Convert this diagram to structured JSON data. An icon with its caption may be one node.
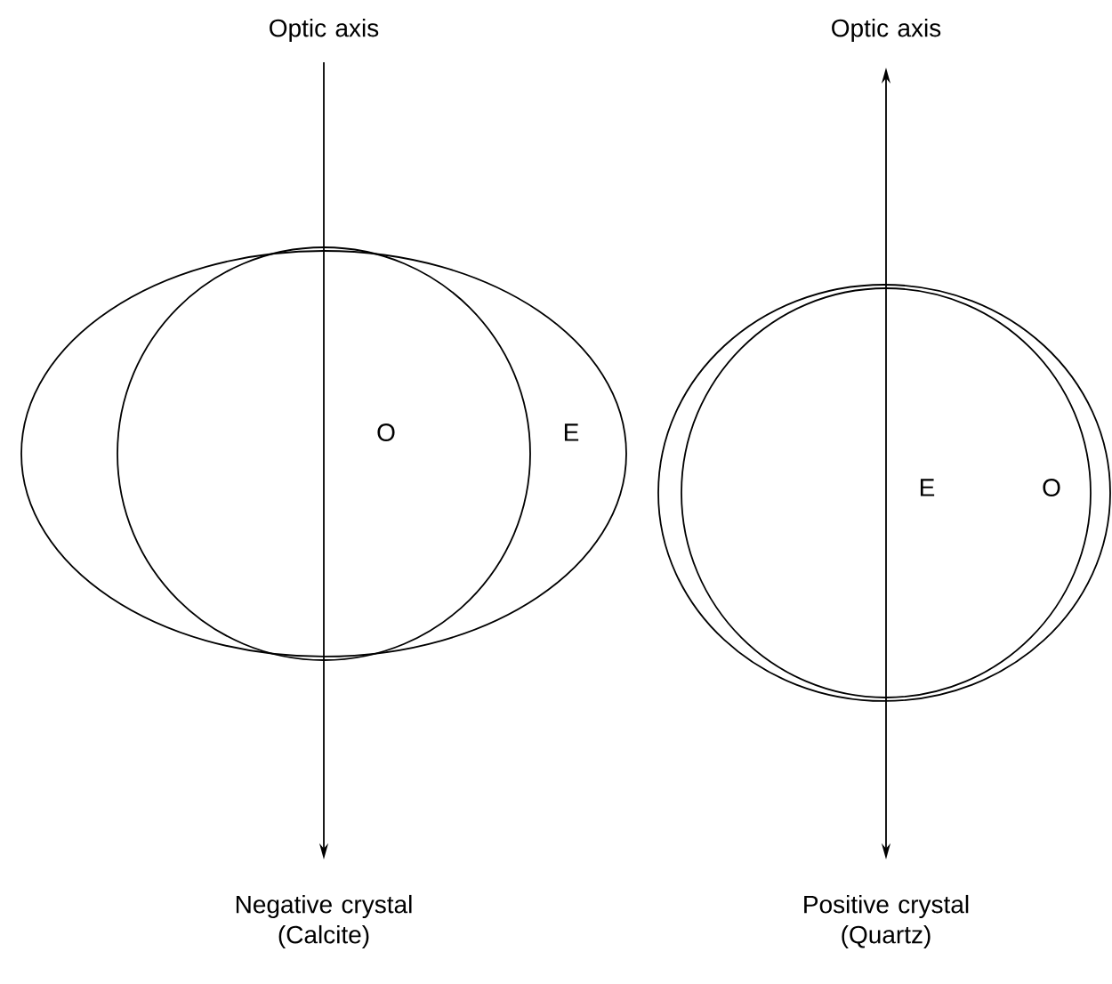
{
  "diagram": {
    "nodes": [
      {
        "text": [
          "E"
        ]
      },
      {
        "text": [
          "O"
        ],
        "in": 0
      }
    ],
    "labels": [
      "Optic axis",
      "Optic axis",
      "E",
      "O",
      "Negative crystal (Calcite)",
      "Positive crystal (Quartz)"
    ]
  }
}
